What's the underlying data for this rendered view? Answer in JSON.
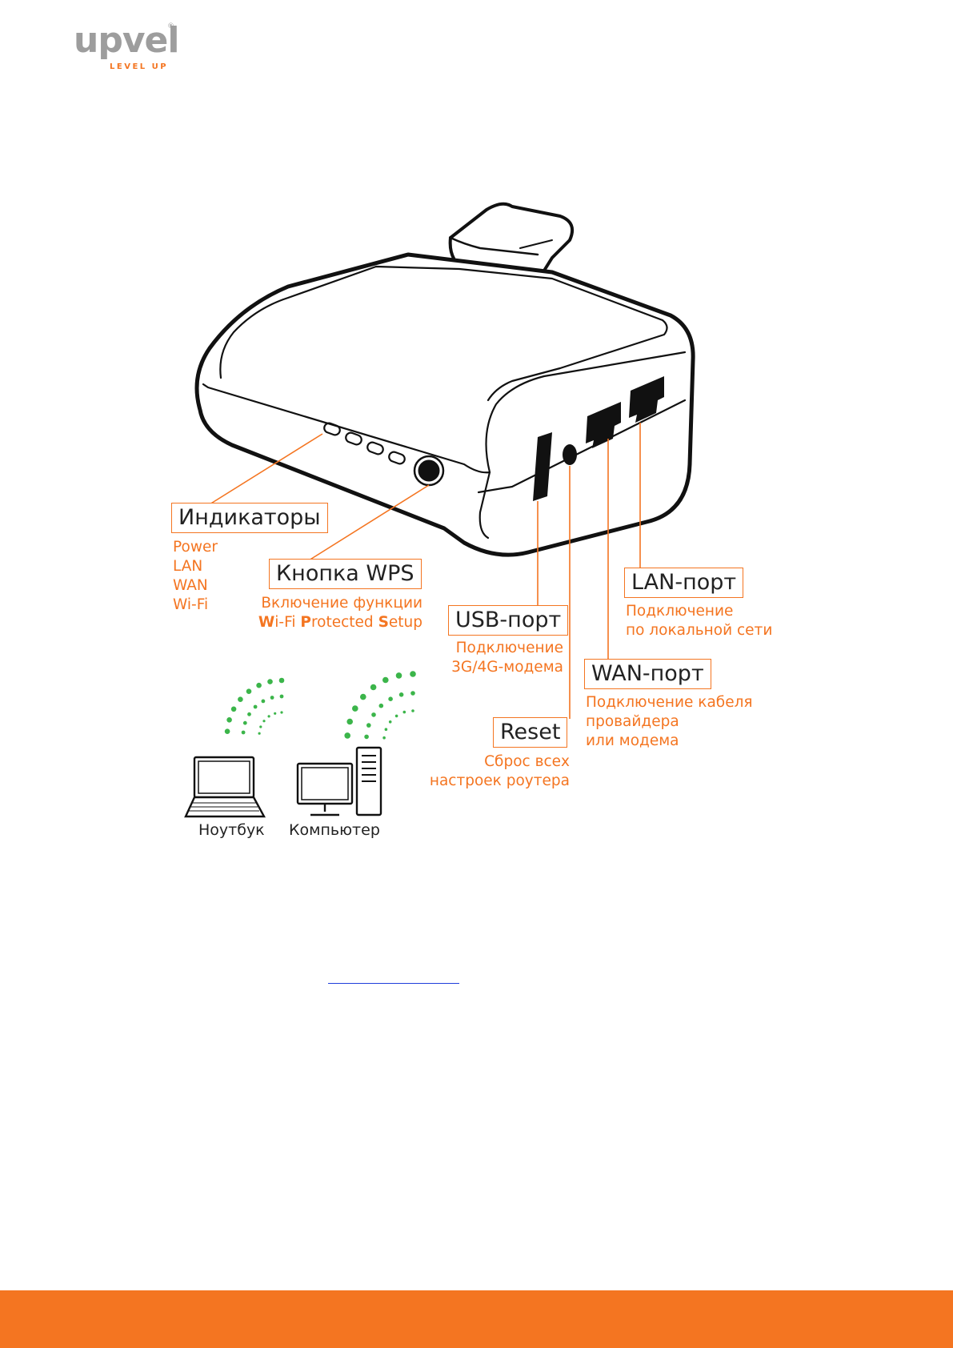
{
  "logo": {
    "word": "upvel",
    "reg": "®",
    "tagline": "LEVEL UP"
  },
  "labels": {
    "indicators": {
      "title": "Индикаторы",
      "items": [
        "Power",
        "LAN",
        "WAN",
        "Wi-Fi"
      ]
    },
    "wps": {
      "title": "Кнопка WPS",
      "line1": "Включение функции",
      "line2_parts": [
        "W",
        "i-Fi ",
        "P",
        "rotected ",
        "S",
        "etup"
      ]
    },
    "usb": {
      "title": "USB-порт",
      "line1": "Подключение",
      "line2": "3G/4G-модема"
    },
    "reset": {
      "title": "Reset",
      "line1": "Сброс всех",
      "line2": "настроек роутера"
    },
    "wan": {
      "title": "WAN-порт",
      "line1": "Подключение кабеля",
      "line2": "провайдера",
      "line3": "или модема"
    },
    "lan": {
      "title": "LAN-порт",
      "line1": "Подключение",
      "line2": "по локальной сети"
    }
  },
  "devices": {
    "laptop": "Ноутбук",
    "computer": "Компьютер"
  },
  "colors": {
    "accent": "#f47521",
    "wifi": "#3bb54a",
    "outline": "#111111",
    "logo_gray": "#9d9d9d",
    "link": "#1f3ddb"
  }
}
